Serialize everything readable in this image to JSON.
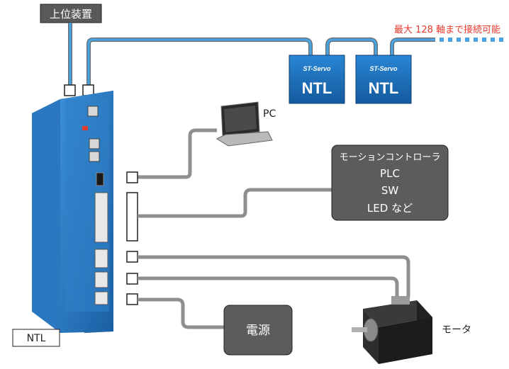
{
  "host": {
    "label": "上位装置"
  },
  "chain_note": "最大 128 軸まで接続可能",
  "drives": [
    {
      "brand": "ST-Servo",
      "label": "NTL"
    },
    {
      "brand": "ST-Servo",
      "label": "NTL"
    }
  ],
  "pc": {
    "label": "PC"
  },
  "controller": {
    "lines": [
      "モーションコントローラ",
      "PLC",
      "SW",
      "LED など"
    ]
  },
  "power": {
    "label": "電源"
  },
  "motor": {
    "label": "モータ"
  },
  "driver": {
    "label": "NTL"
  },
  "colors": {
    "cable_blue": "#4aa3e0",
    "cable_gray": "#8f8f8f",
    "drive_blue": "#1f6fb5",
    "box_gray": "#5c5c5c",
    "note_red": "#e8362a"
  }
}
